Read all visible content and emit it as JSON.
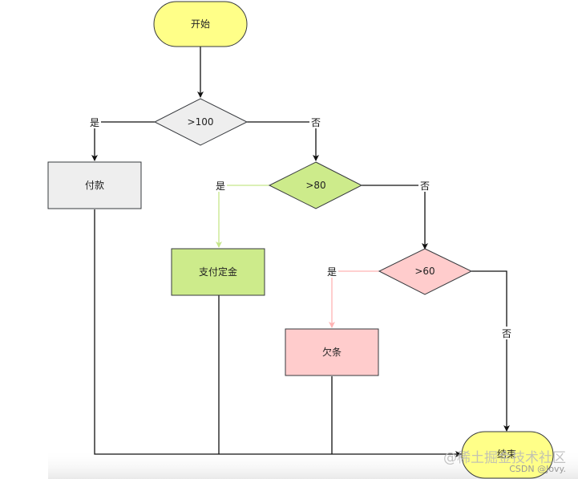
{
  "diagram": {
    "type": "flowchart",
    "nodes": {
      "start": {
        "label": "开始",
        "shape": "terminator",
        "fill": "#ffff88"
      },
      "d100": {
        "label": ">100",
        "shape": "decision",
        "fill": "#eeeeee"
      },
      "pay": {
        "label": "付款",
        "shape": "process",
        "fill": "#eeeeee"
      },
      "d80": {
        "label": ">80",
        "shape": "decision",
        "fill": "#cdeb8b"
      },
      "deposit": {
        "label": "支付定金",
        "shape": "process",
        "fill": "#cdeb8b"
      },
      "d60": {
        "label": ">60",
        "shape": "decision",
        "fill": "#ffcccc"
      },
      "iou": {
        "label": "欠条",
        "shape": "process",
        "fill": "#ffcccc"
      },
      "end": {
        "label": "结束",
        "shape": "terminator",
        "fill": "#ffff88"
      }
    },
    "edge_labels": {
      "d100_yes": "是",
      "d100_no": "否",
      "d80_yes": "是",
      "d80_no": "否",
      "d60_yes": "是",
      "d60_no": "否"
    },
    "edges": [
      {
        "from": "start",
        "to": "d100"
      },
      {
        "from": "d100",
        "to": "pay",
        "label": "是"
      },
      {
        "from": "d100",
        "to": "d80",
        "label": "否"
      },
      {
        "from": "d80",
        "to": "deposit",
        "label": "是",
        "color": "#cdeb8b"
      },
      {
        "from": "d80",
        "to": "d60",
        "label": "否"
      },
      {
        "from": "d60",
        "to": "iou",
        "label": "是",
        "color": "#ffb3b3"
      },
      {
        "from": "d60",
        "to": "end",
        "label": "否"
      },
      {
        "from": "pay",
        "to": "end"
      },
      {
        "from": "deposit",
        "to": "end"
      },
      {
        "from": "iou",
        "to": "end"
      }
    ]
  },
  "watermark": {
    "line1": "@稀土掘金技术社区",
    "line2": "CSDN @Jovy."
  }
}
